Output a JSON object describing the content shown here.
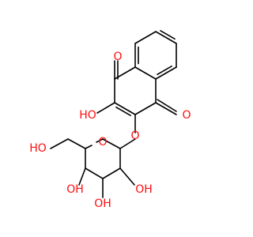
{
  "structure": {
    "atom_color_oxygen": "#ff0d0d",
    "bond_color": "#000000",
    "labels": {
      "o_ketone_top": "O",
      "o_ketone_right": "O",
      "ho_enol": "HO",
      "o_ether": "O",
      "o_ring": "O",
      "ho_ch2": "HO",
      "oh_c3": "OH",
      "oh_c4": "OH",
      "oh_c5": "OH"
    }
  }
}
